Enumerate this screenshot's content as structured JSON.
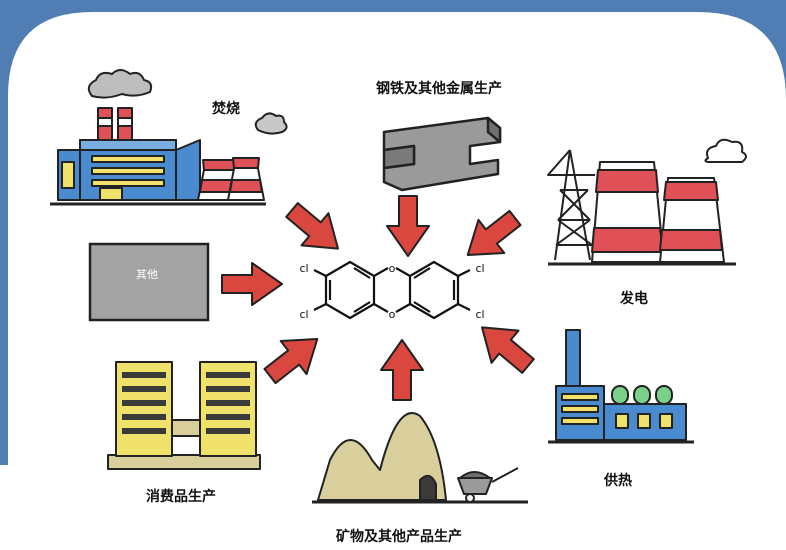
{
  "labels": {
    "incineration": "焚烧",
    "steel": "钢铁及其他金属生产",
    "power": "发电",
    "other": "其他",
    "other_box": "其他",
    "consumer": "消费品生产",
    "heating": "供热",
    "mineral": "矿物及其他产品生产"
  },
  "molecule": {
    "cl_tl": "cl",
    "cl_bl": "cl",
    "cl_tr": "cl",
    "cl_br": "cl",
    "o_top": "o",
    "o_bottom": "o"
  },
  "colors": {
    "frame_blue": "#4f7db4",
    "arrow_red": "#d9473f",
    "stripe_red": "#e05057",
    "factory_blue": "#4a8bd0",
    "building_yellow": "#f0e16a",
    "mountain_beige": "#d8cf9c",
    "steel_gray": "#9a9a9a",
    "box_gray": "#a3a3a3"
  }
}
